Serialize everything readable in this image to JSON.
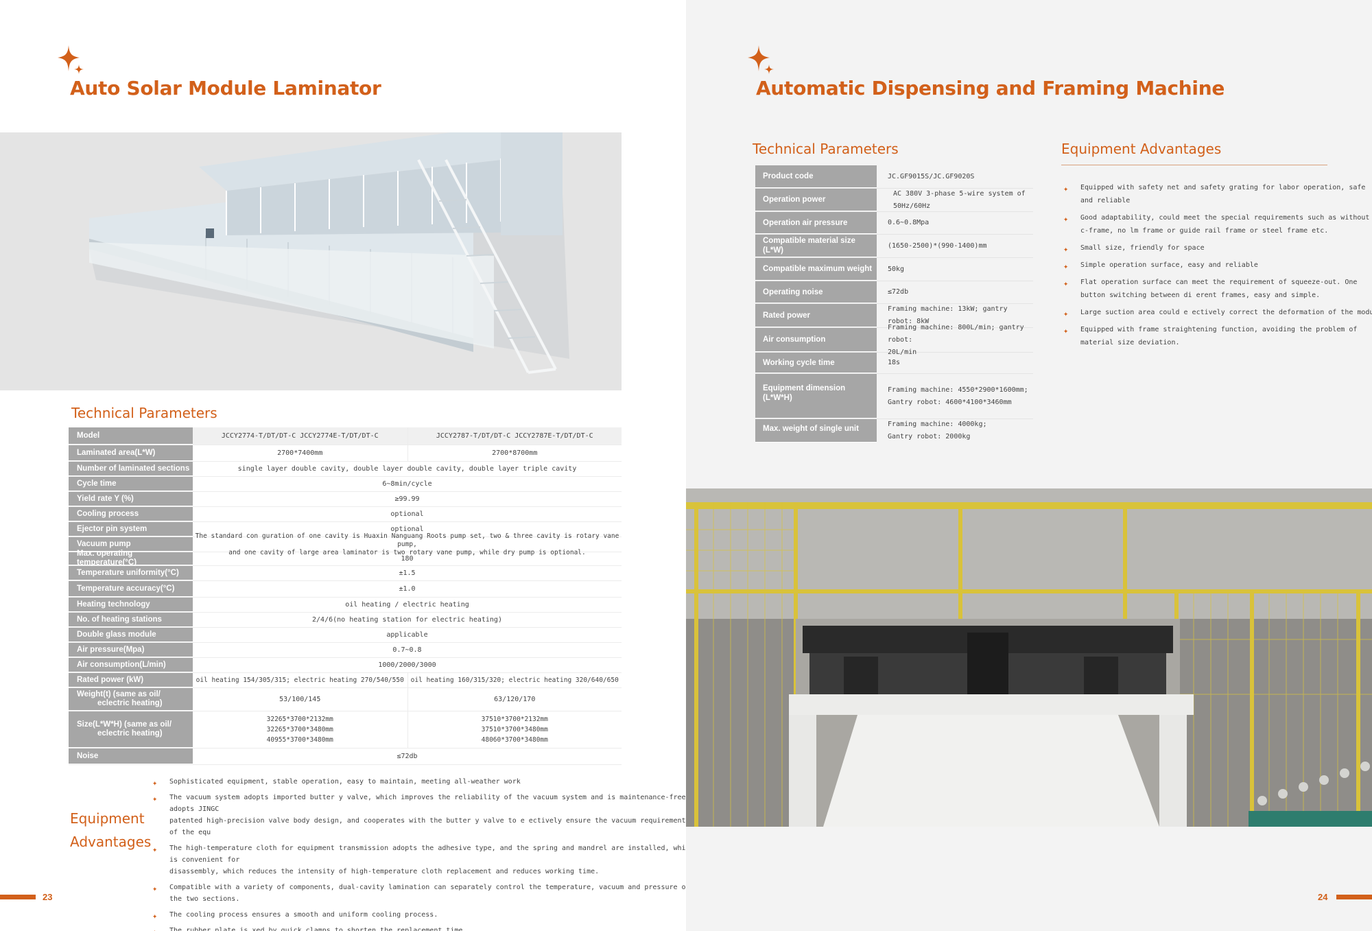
{
  "left": {
    "title": "Auto Solar Module Laminator",
    "tech_params_heading": "Technical Parameters",
    "table": {
      "header": {
        "label": "Model",
        "col1": "JCCY2774-T/DT/DT-C JCCY2774E-T/DT/DT-C",
        "col2": "JCCY2787-T/DT/DT-C JCCY2787E-T/DT/DT-C"
      },
      "laminated_area": {
        "label": "Laminated area(L*W)",
        "col1": "2700*7400mm",
        "col2": "2700*8700mm"
      },
      "sections": {
        "label": "Number of laminated sections",
        "value": "single layer double cavity, double layer double cavity, double layer triple cavity"
      },
      "cycle_time": {
        "label": "Cycle time",
        "value": "6~8min/cycle"
      },
      "yield_rate": {
        "label": "Yield rate Y (%)",
        "value": "≥99.99"
      },
      "cooling": {
        "label": "Cooling process",
        "value": "optional"
      },
      "ejector": {
        "label": "Ejector pin system",
        "value": "optional"
      },
      "vacuum_pump": {
        "label": "Vacuum pump",
        "line1": "The standard con  guration of one cavity is Huaxin Nanguang Roots pump set,  two & three cavity is rotary vane pump,",
        "line2": "and one cavity of large area laminator is two rotary vane pump, while dry pump is optional."
      },
      "max_temp": {
        "label": "Max. operating temperature(°C)",
        "value": "180"
      },
      "temp_uniformity": {
        "label": "Temperature uniformity(°C)",
        "value": "±1.5"
      },
      "temp_accuracy": {
        "label": "Temperature accuracy(°C)",
        "value": "±1.0"
      },
      "heating_tech": {
        "label": "Heating technology",
        "value": "oil heating / electric heating"
      },
      "heating_stations": {
        "label": "No. of heating stations",
        "value": "2/4/6(no heating station for electric heating)"
      },
      "double_glass": {
        "label": "Double glass module",
        "value": "applicable"
      },
      "air_pressure": {
        "label": "Air pressure(Mpa)",
        "value": "0.7~0.8"
      },
      "air_consumption": {
        "label": "Air consumption(L/min)",
        "value": "1000/2000/3000"
      },
      "rated_power": {
        "label": "Rated power (kW)",
        "col1": "oil heating 154/305/315; electric heating 270/540/550",
        "col2": "oil heating 160/315/320; electric heating 320/640/650"
      },
      "weight": {
        "label_line1": "Weight(t) (same as oil/",
        "label_line2": "eclectric heating)",
        "col1": "53/100/145",
        "col2": "63/120/170"
      },
      "size": {
        "label_line1": "Size(L*W*H) (same as oil/",
        "label_line2": "eclectric heating)",
        "col1": [
          "32265*3700*2132mm",
          "32265*3700*3480mm",
          "40955*3700*3480mm"
        ],
        "col2": [
          "37510*3700*2132mm",
          "37510*3700*3480mm",
          "48060*3700*3480mm"
        ]
      },
      "noise": {
        "label": "Noise",
        "value": "≤72db"
      }
    },
    "advantages_heading_line1": "Equipment",
    "advantages_heading_line2": "Advantages",
    "advantages": [
      {
        "line1": "Sophisticated equipment, stable operation, easy to maintain, meeting all-weather work"
      },
      {
        "line1": "The vacuum system adopts imported butter  y valve, which improves the reliability of the vacuum system and is maintenance-free; adopts JINGC",
        "line2": "patented high-precision valve body design, and cooperates with the butter  y valve to e  ectively ensure the vacuum requirements of the equ"
      },
      {
        "line1": "The high-temperature cloth for equipment transmission adopts the adhesive type, and the spring and mandrel are installed, which is convenient for",
        "line2": "disassembly, which reduces the intensity of high-temperature cloth replacement and reduces working time."
      },
      {
        "line1": "Compatible with a variety of components, dual-cavity lamination can separately control the temperature, vacuum and pressure of the two sections."
      },
      {
        "line1": "The cooling process ensures a smooth and uniform cooling process."
      },
      {
        "line1": "The rubber plate is   xed by quick clamps to shorten the replacement time."
      }
    ],
    "page_number": "23"
  },
  "right": {
    "title": "Automatic Dispensing and Framing Machine",
    "tech_params_heading": "Technical Parameters",
    "table": [
      {
        "label": "Product code",
        "value": "JC.GF9015S/JC.GF9020S"
      },
      {
        "label": "Operation power",
        "value": "AC 380V 3-phase 5-wire system of 50Hz/60Hz"
      },
      {
        "label": "Operation air pressure",
        "value": "0.6~0.8Mpa"
      },
      {
        "label": "Compatible material size (L*W)",
        "value": "(1650-2500)*(990-1400)mm"
      },
      {
        "label": "Compatible maximum weight",
        "value": "50kg"
      },
      {
        "label": "Operating noise",
        "value": "≤72db"
      },
      {
        "label": "Rated power",
        "value": "Framing machine: 13kW; gantry robot: 8kW"
      },
      {
        "label": "Air consumption",
        "line1": "Framing machine: 800L/min; gantry robot:",
        "line2": "20L/min"
      },
      {
        "label": "Working cycle time",
        "value": "18s"
      },
      {
        "label": "Equipment dimension (L*W*H)",
        "line1": "Framing machine: 4550*2900*1600mm;",
        "line2": "Gantry robot: 4600*4100*3460mm"
      },
      {
        "label": "Max. weight of single unit",
        "line1": "Framing machine: 4000kg;",
        "line2": "Gantry robot: 2000kg"
      }
    ],
    "advantages_heading": "Equipment Advantages",
    "advantages": [
      {
        "line1": "Equipped with safety net and safety grating for labor operation, safe",
        "line2": "and reliable"
      },
      {
        "line1": "Good adaptability, could meet the special requirements such as  without",
        "line2": "c-frame, no   lm frame or guide rail frame or steel frame etc."
      },
      {
        "line1": "Small size, friendly for space"
      },
      {
        "line1": "Simple operation surface, easy and reliable"
      },
      {
        "line1": "Flat operation surface can meet the requirement of squeeze-out. One",
        "line2": "button switching between di  erent frames, easy and simple."
      },
      {
        "line1": "Large suction area could e  ectively correct the deformation of the module"
      },
      {
        "line1": "Equipped with frame straightening function, avoiding the problem of",
        "line2": "material size deviation."
      }
    ],
    "page_number": "24"
  },
  "colors": {
    "accent": "#d2601a",
    "label_bg": "#a6a6a6",
    "right_page_bg": "#f3f3f3"
  }
}
